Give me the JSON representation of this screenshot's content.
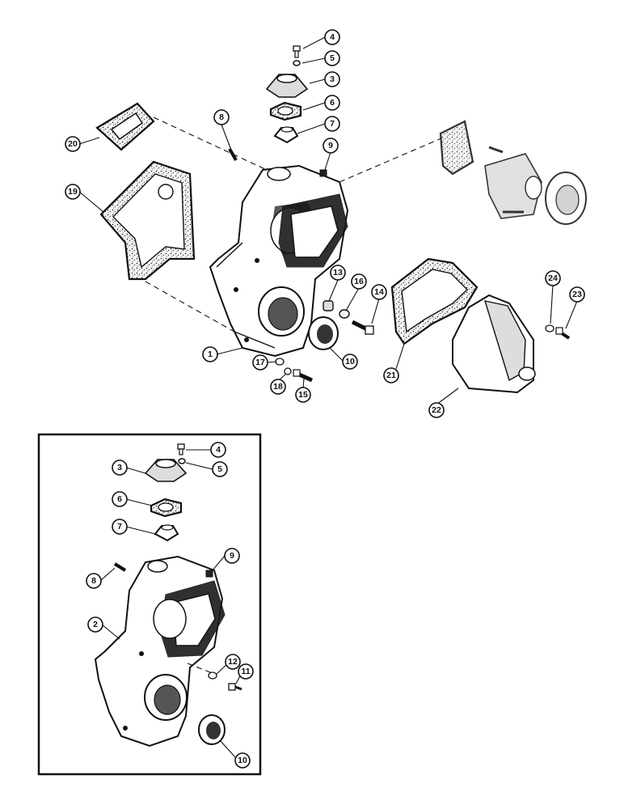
{
  "callouts": [
    {
      "id": "c1",
      "label": "1"
    },
    {
      "id": "c3",
      "label": "3"
    },
    {
      "id": "c4",
      "label": "4"
    },
    {
      "id": "c5",
      "label": "5"
    },
    {
      "id": "c6",
      "label": "6"
    },
    {
      "id": "c7",
      "label": "7"
    },
    {
      "id": "c8",
      "label": "8"
    },
    {
      "id": "c9",
      "label": "9"
    },
    {
      "id": "c10",
      "label": "10"
    },
    {
      "id": "c13",
      "label": "13"
    },
    {
      "id": "c14",
      "label": "14"
    },
    {
      "id": "c15",
      "label": "15"
    },
    {
      "id": "c16",
      "label": "16"
    },
    {
      "id": "c17",
      "label": "17"
    },
    {
      "id": "c18",
      "label": "18"
    },
    {
      "id": "c19",
      "label": "19"
    },
    {
      "id": "c20",
      "label": "20"
    },
    {
      "id": "c21",
      "label": "21"
    },
    {
      "id": "c22",
      "label": "22"
    },
    {
      "id": "c23",
      "label": "23"
    },
    {
      "id": "c24",
      "label": "24"
    },
    {
      "id": "i2",
      "label": "2"
    },
    {
      "id": "i3",
      "label": "3"
    },
    {
      "id": "i4",
      "label": "4"
    },
    {
      "id": "i5",
      "label": "5"
    },
    {
      "id": "i6",
      "label": "6"
    },
    {
      "id": "i7",
      "label": "7"
    },
    {
      "id": "i8",
      "label": "8"
    },
    {
      "id": "i9",
      "label": "9"
    },
    {
      "id": "i10",
      "label": "10"
    },
    {
      "id": "i11",
      "label": "11"
    },
    {
      "id": "i12",
      "label": "12"
    }
  ]
}
